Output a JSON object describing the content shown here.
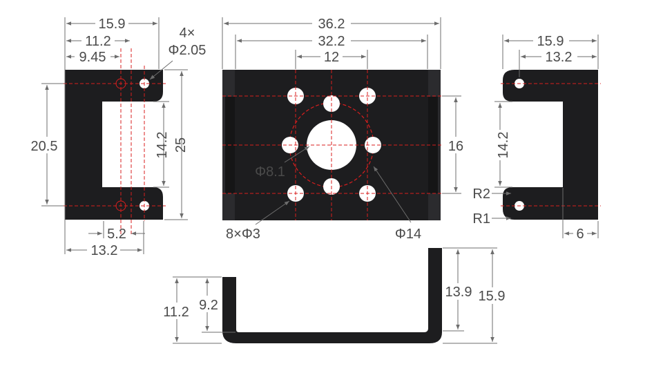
{
  "left_view": {
    "width_overall": "15.9",
    "to_hole_center": "11.2",
    "to_slot_edge": "9.45",
    "hole_spec_count": "4×",
    "hole_spec_dia": "Φ2.05",
    "height_inner": "20.5",
    "slot_height": "14.2",
    "height_overall": "25",
    "slot_width": "5.2",
    "bottom_width": "13.2"
  },
  "center_view": {
    "width_overall": "36.2",
    "width_inner": "32.2",
    "hole_spacing": "12",
    "vertical_spacing": "16",
    "bore_label": "Φ8.1",
    "holes_label": "8×Φ3",
    "pcd_label": "Φ14"
  },
  "right_view": {
    "width_overall": "15.9",
    "width_inner": "13.2",
    "slot_height": "14.2",
    "radius_outer": "R2",
    "radius_inner": "R1",
    "flange": "6"
  },
  "bottom_view": {
    "left_outer": "11.2",
    "left_inner": "9.2",
    "right_inner": "13.9",
    "right_outer": "15.9"
  },
  "colors": {
    "plate": "#1d1d1f",
    "centerline": "#d81e1e",
    "dimension": "#6d6d6d"
  }
}
